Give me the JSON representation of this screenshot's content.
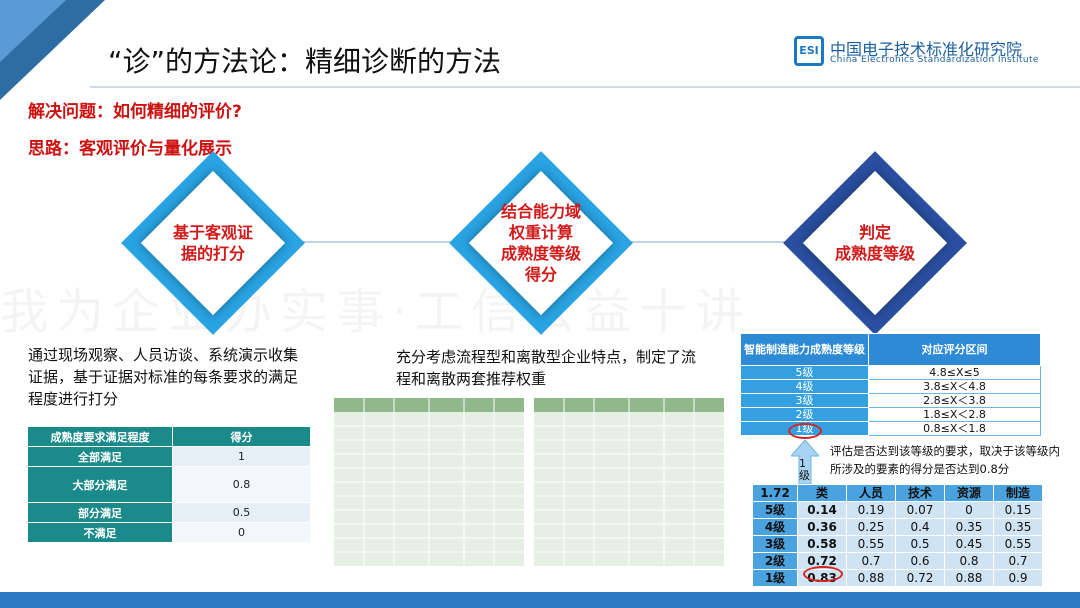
{
  "header": {
    "title": "“诊”的方法论：精细诊断的方法",
    "logo_mark": "ESI",
    "org_cn": "中国电子技术标准化研究院",
    "org_en": "China Electronics Standardization Institute"
  },
  "intro": {
    "problem": "解决问题：如何精细的评价?",
    "approach": "思路：客观评价与量化展示"
  },
  "watermark": "我为企业办实事·工信公益十讲",
  "steps": [
    {
      "label": "基于客观证\n据的打分",
      "color": "#29a3e2"
    },
    {
      "label": "结合能力域\n权重计算\n成熟度等级\n得分",
      "color": "#29a3e2"
    },
    {
      "label": "判定\n成熟度等级",
      "color": "#2a4fa0"
    }
  ],
  "step1": {
    "description": "通过现场观察、人员访谈、系统演示收集证据，基于证据对标准的每条要求的满足程度进行打分",
    "table": {
      "headers": [
        "成熟度要求满足程度",
        "得分"
      ],
      "rows": [
        [
          "全部满足",
          "1"
        ],
        [
          "大部分满足",
          "0.8"
        ],
        [
          "部分满足",
          "0.5"
        ],
        [
          "不满足",
          "0"
        ]
      ]
    }
  },
  "step2": {
    "description": "充分考虑流程型和离散型企业特点，制定了流程和离散两套推荐权重"
  },
  "step3": {
    "table": {
      "headers": [
        "智能制造能力成熟度等级",
        "对应评分区间"
      ],
      "rows": [
        [
          "5级",
          "4.8≤X≤5"
        ],
        [
          "4级",
          "3.8≤X＜4.8"
        ],
        [
          "3级",
          "2.8≤X＜3.8"
        ],
        [
          "2级",
          "1.8≤X＜2.8"
        ],
        [
          "1级",
          "0.8≤X＜1.8"
        ]
      ]
    },
    "note": "评估是否达到该等级的要求，取决于该等级内所涉及的要素的得分是否达到0.8分",
    "arrow_label": "1级",
    "score_table": {
      "headers": [
        "1.72",
        "类",
        "人员",
        "技术",
        "资源",
        "制造"
      ],
      "rows": [
        [
          "5级",
          "0.14",
          "0.19",
          "0.07",
          "0",
          "0.15"
        ],
        [
          "4级",
          "0.36",
          "0.25",
          "0.4",
          "0.35",
          "0.35"
        ],
        [
          "3级",
          "0.58",
          "0.55",
          "0.5",
          "0.45",
          "0.55"
        ],
        [
          "2级",
          "0.72",
          "0.7",
          "0.6",
          "0.8",
          "0.7"
        ],
        [
          "1级",
          "0.83",
          "0.88",
          "0.72",
          "0.88",
          "0.9"
        ]
      ]
    }
  }
}
